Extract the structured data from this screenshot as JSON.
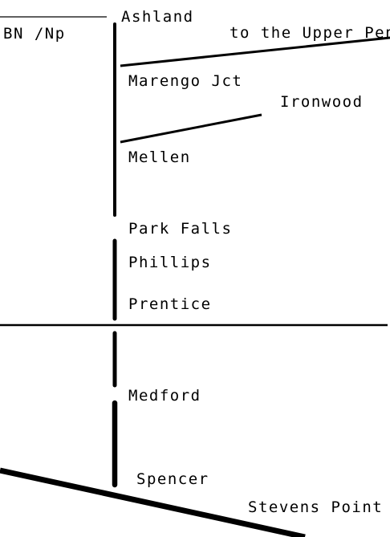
{
  "railroad_label": "BN /Np",
  "places": {
    "ashland": "Ashland",
    "upper_pen": "to the Upper Pen",
    "marengo": "Marengo Jct",
    "ironwood": "Ironwood",
    "mellen": "Mellen",
    "park_falls": "Park Falls",
    "phillips": "Phillips",
    "prentice": "Prentice",
    "medford": "Medford",
    "spencer": "Spencer",
    "stevens_point": "Stevens Point"
  },
  "line_color": "#000000"
}
